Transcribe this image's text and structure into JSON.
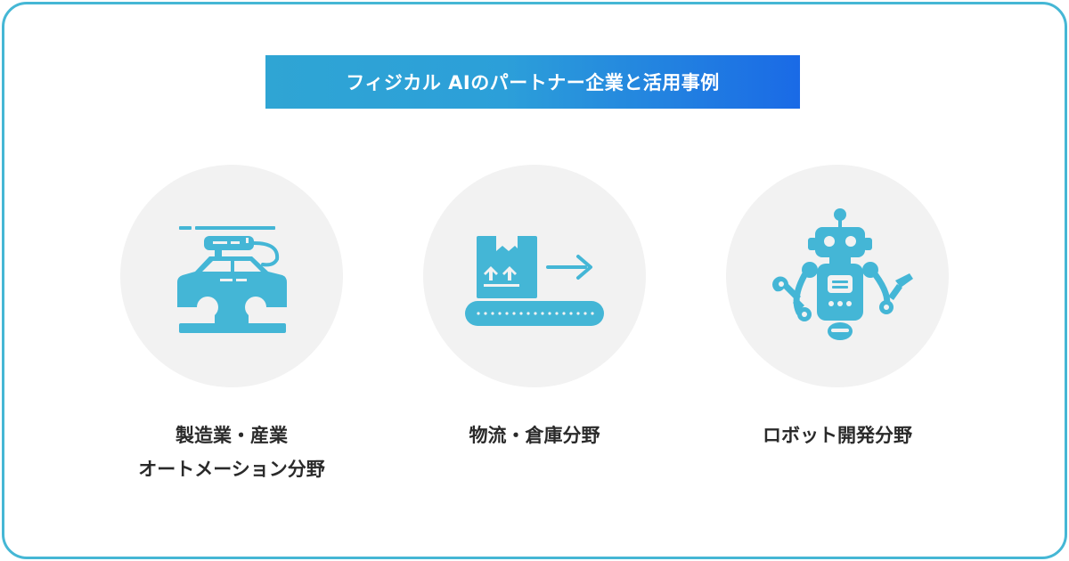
{
  "header": {
    "title": "フィジカル AIのパートナー企業と活用事例"
  },
  "categories": [
    {
      "icon": "car-assembly-robot-arm-icon",
      "label_line1": "製造業・産業",
      "label_line2": "オートメーション分野"
    },
    {
      "icon": "package-conveyor-icon",
      "label_line1": "物流・倉庫分野",
      "label_line2": ""
    },
    {
      "icon": "robot-with-tools-icon",
      "label_line1": "ロボット開発分野",
      "label_line2": ""
    }
  ],
  "colors": {
    "accent": "#45b7d5",
    "icon": "#44b6d6",
    "circle_bg": "#f2f2f2",
    "banner_start": "#2fa5d4",
    "banner_end": "#1a6ae6",
    "text": "#2a2a2a"
  }
}
